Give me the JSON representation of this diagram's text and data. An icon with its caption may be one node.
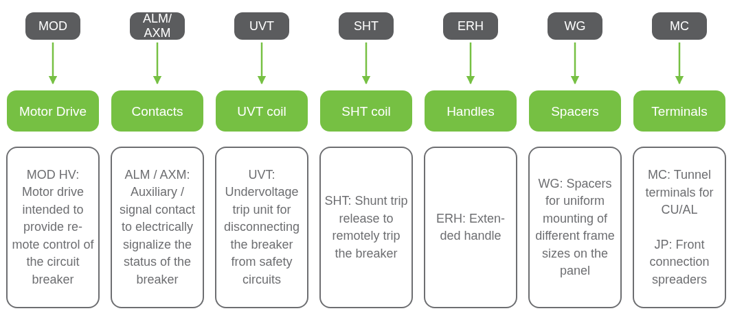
{
  "diagram": {
    "nodes": [
      {
        "text": [
          "MOD"
        ]
      },
      {
        "text": [
          "ALM/ AXM"
        ]
      },
      {
        "text": [
          "UVT"
        ]
      },
      {
        "text": [
          "SHT"
        ]
      },
      {
        "text": [
          "ERH"
        ]
      },
      {
        "text": [
          "WG"
        ]
      },
      {
        "text": [
          "MC"
        ]
      },
      {
        "text": [
          "Motor Drive"
        ]
      },
      {
        "text": [
          "Contacts"
        ]
      },
      {
        "text": [
          "UVT coil"
        ]
      },
      {
        "text": [
          "SHT coil"
        ]
      },
      {
        "text": [
          "Handles"
        ]
      },
      {
        "text": [
          "Spacers"
        ]
      },
      {
        "text": [
          "Terminals"
        ]
      },
      {
        "text": [
          "MOD HV: Motor drive intended to provide re-mote control of the circuit breaker"
        ]
      },
      {
        "text": [
          "ALM / AXM: Auxiliary / signal contact to electrically signalize the status of the breaker"
        ]
      },
      {
        "text": [
          "UVT: Undervoltage trip unit for disconnecting the breaker from safety circuits"
        ]
      },
      {
        "text": [
          "SHT: Shunt trip release to remotely trip the breaker"
        ]
      },
      {
        "text": [
          "ERH: Exten-ded handle"
        ]
      },
      {
        "text": [
          "WG: Spacers for uniform mounting of different frame sizes on the panel"
        ]
      },
      {
        "text": [
          "MC: Tunnel terminals for CU/AL",
          "JP: Front connection spreaders"
        ]
      }
    ],
    "edges": [
      {
        "from": 0,
        "to": 7,
        "arrow": "to"
      },
      {
        "from": 1,
        "to": 8,
        "arrow": "to"
      },
      {
        "from": 2,
        "to": 9,
        "arrow": "to"
      },
      {
        "from": 3,
        "to": 10,
        "arrow": "to"
      },
      {
        "from": 4,
        "to": 11,
        "arrow": "to"
      },
      {
        "from": 5,
        "to": 12,
        "arrow": "to"
      },
      {
        "from": 6,
        "to": 13,
        "arrow": "to"
      }
    ]
  }
}
